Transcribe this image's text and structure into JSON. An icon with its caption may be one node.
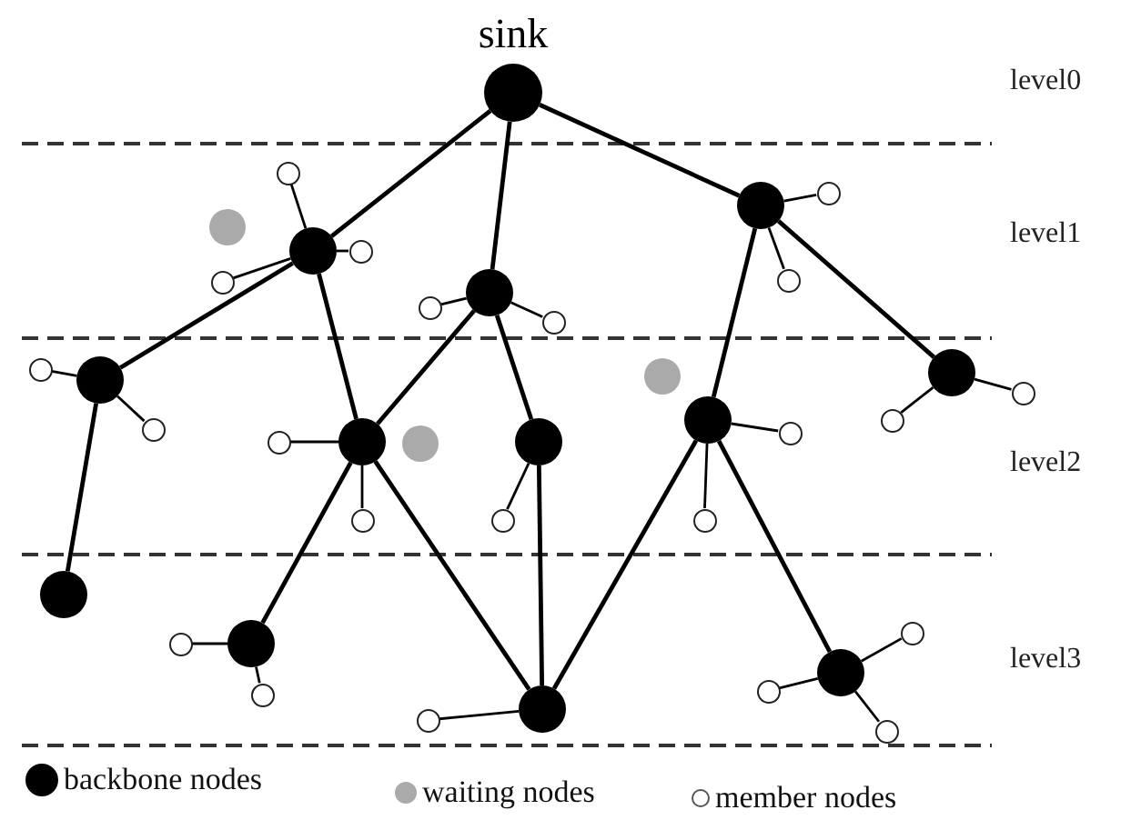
{
  "diagram": {
    "nodes": [
      {
        "text": [
          "sink"
        ]
      },
      {
        "text": [],
        "shape": "circle"
      },
      {
        "text": [],
        "shape": "circle"
      },
      {
        "text": [],
        "shape": "circle"
      },
      {
        "text": [],
        "shape": "circle"
      },
      {
        "text": [],
        "shape": "circle"
      },
      {
        "text": [],
        "shape": "circle"
      },
      {
        "text": [],
        "shape": "circle"
      },
      {
        "text": [],
        "shape": "circle"
      },
      {
        "text": [],
        "shape": "circle"
      },
      {
        "text": [],
        "shape": "circle"
      },
      {
        "text": [],
        "shape": "circle"
      },
      {
        "text": [],
        "shape": "circle"
      },
      {
        "text": [],
        "shape": "circle"
      },
      {
        "text": [],
        "shape": "circle"
      },
      {
        "text": [],
        "shape": "circle"
      },
      {
        "text": [],
        "shape": "circle"
      },
      {
        "text": [],
        "shape": "circle"
      },
      {
        "text": [],
        "shape": "circle"
      },
      {
        "text": [],
        "shape": "circle"
      },
      {
        "text": [],
        "shape": "circle"
      },
      {
        "text": [],
        "shape": "circle"
      },
      {
        "text": [],
        "shape": "circle"
      },
      {
        "text": [],
        "shape": "circle"
      },
      {
        "text": [],
        "shape": "circle"
      },
      {
        "text": [],
        "shape": "circle"
      },
      {
        "text": [],
        "shape": "circle"
      },
      {
        "text": [],
        "shape": "circle"
      },
      {
        "text": [],
        "shape": "circle"
      },
      {
        "text": [],
        "shape": "circle"
      },
      {
        "text": [],
        "shape": "circle"
      },
      {
        "text": [],
        "shape": "circle"
      },
      {
        "text": [],
        "shape": "circle"
      },
      {
        "text": [],
        "shape": "circle"
      },
      {
        "text": [],
        "shape": "circle"
      },
      {
        "text": [],
        "shape": "circle"
      },
      {
        "text": [],
        "shape": "circle"
      },
      {
        "text": [],
        "shape": "circle"
      }
    ],
    "edges": [
      {
        "from": 0,
        "to": 1,
        "arrow": "none"
      },
      {
        "from": 0,
        "to": 2,
        "arrow": "none"
      },
      {
        "from": 0,
        "to": 3,
        "arrow": "none"
      },
      {
        "from": 1,
        "to": 4,
        "arrow": "none"
      },
      {
        "from": 1,
        "to": 5,
        "arrow": "none"
      },
      {
        "from": 2,
        "to": 5,
        "arrow": "none"
      },
      {
        "from": 2,
        "to": 6,
        "arrow": "none"
      },
      {
        "from": 3,
        "to": 7,
        "arrow": "none"
      },
      {
        "from": 3,
        "to": 8,
        "arrow": "none"
      },
      {
        "from": 4,
        "to": 9,
        "arrow": "none"
      },
      {
        "from": 5,
        "to": 10,
        "arrow": "none"
      },
      {
        "from": 5,
        "to": 11,
        "arrow": "none"
      },
      {
        "from": 6,
        "to": 11,
        "arrow": "none"
      },
      {
        "from": 7,
        "to": 11,
        "arrow": "none"
      },
      {
        "from": 7,
        "to": 12,
        "arrow": "none"
      },
      {
        "from": 1,
        "to": 16,
        "arrow": "none"
      },
      {
        "from": 1,
        "to": 17,
        "arrow": "none"
      },
      {
        "from": 1,
        "to": 18,
        "arrow": "none"
      },
      {
        "from": 2,
        "to": 19,
        "arrow": "none"
      },
      {
        "from": 2,
        "to": 20,
        "arrow": "none"
      },
      {
        "from": 3,
        "to": 21,
        "arrow": "none"
      },
      {
        "from": 3,
        "to": 22,
        "arrow": "none"
      },
      {
        "from": 4,
        "to": 23,
        "arrow": "none"
      },
      {
        "from": 4,
        "to": 24,
        "arrow": "none"
      },
      {
        "from": 5,
        "to": 25,
        "arrow": "none"
      },
      {
        "from": 5,
        "to": 26,
        "arrow": "none"
      },
      {
        "from": 6,
        "to": 27,
        "arrow": "none"
      },
      {
        "from": 7,
        "to": 28,
        "arrow": "none"
      },
      {
        "from": 7,
        "to": 29,
        "arrow": "none"
      },
      {
        "from": 8,
        "to": 30,
        "arrow": "none"
      },
      {
        "from": 8,
        "to": 31,
        "arrow": "none"
      },
      {
        "from": 10,
        "to": 32,
        "arrow": "none"
      },
      {
        "from": 10,
        "to": 33,
        "arrow": "none"
      },
      {
        "from": 11,
        "to": 34,
        "arrow": "none"
      },
      {
        "from": 12,
        "to": 35,
        "arrow": "none"
      },
      {
        "from": 12,
        "to": 36,
        "arrow": "none"
      },
      {
        "from": 12,
        "to": 37,
        "arrow": "none"
      }
    ],
    "labels": [
      "level0",
      "level1",
      "level2",
      "level3"
    ],
    "legend": [
      {
        "text": "backbone nodes",
        "color": "#000000"
      },
      {
        "text": "waiting nodes",
        "color": "#aaaaaa"
      },
      {
        "text": "member nodes",
        "color": "#ffffff"
      }
    ]
  }
}
